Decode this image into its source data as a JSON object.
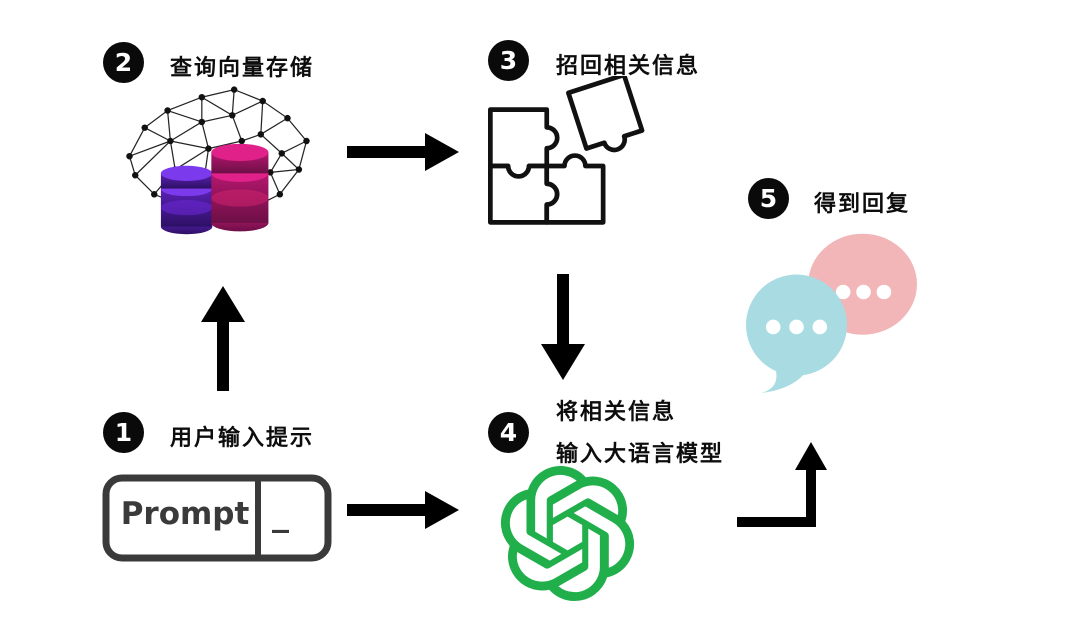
{
  "diagram": {
    "steps": [
      {
        "number": "1",
        "label": "用户输入提示"
      },
      {
        "number": "2",
        "label": "查询向量存储"
      },
      {
        "number": "3",
        "label": "招回相关信息"
      },
      {
        "number": "4",
        "label": "将相关信息",
        "label2": "输入大语言模型"
      },
      {
        "number": "5",
        "label": "得到回复"
      }
    ],
    "prompt_box": {
      "text": "Prompt",
      "cursor": "_"
    }
  },
  "icons": {
    "step1": "prompt-input-icon",
    "step2": "vector-store-network-icon",
    "step3": "puzzle-pieces-icon",
    "step4": "openai-logo-icon",
    "step5": "chat-bubbles-icon",
    "arrows": [
      "arrow-up",
      "arrow-right",
      "arrow-down",
      "arrow-elbow-up"
    ]
  },
  "colors": {
    "background": "#ffffff",
    "badge_black": "#0a0a0a",
    "openai_green": "#21af4b",
    "bubble_pink": "#f2b6b9",
    "bubble_teal": "#a9dbe2",
    "db_purple_top": "#7c3aed",
    "db_purple_body_dark": "#2e1065",
    "db_purple_body_light": "#5b21b6",
    "db_magenta_top": "#e0218a",
    "db_magenta_body_dark": "#6d0f46",
    "db_magenta_body_light": "#b5176e"
  }
}
